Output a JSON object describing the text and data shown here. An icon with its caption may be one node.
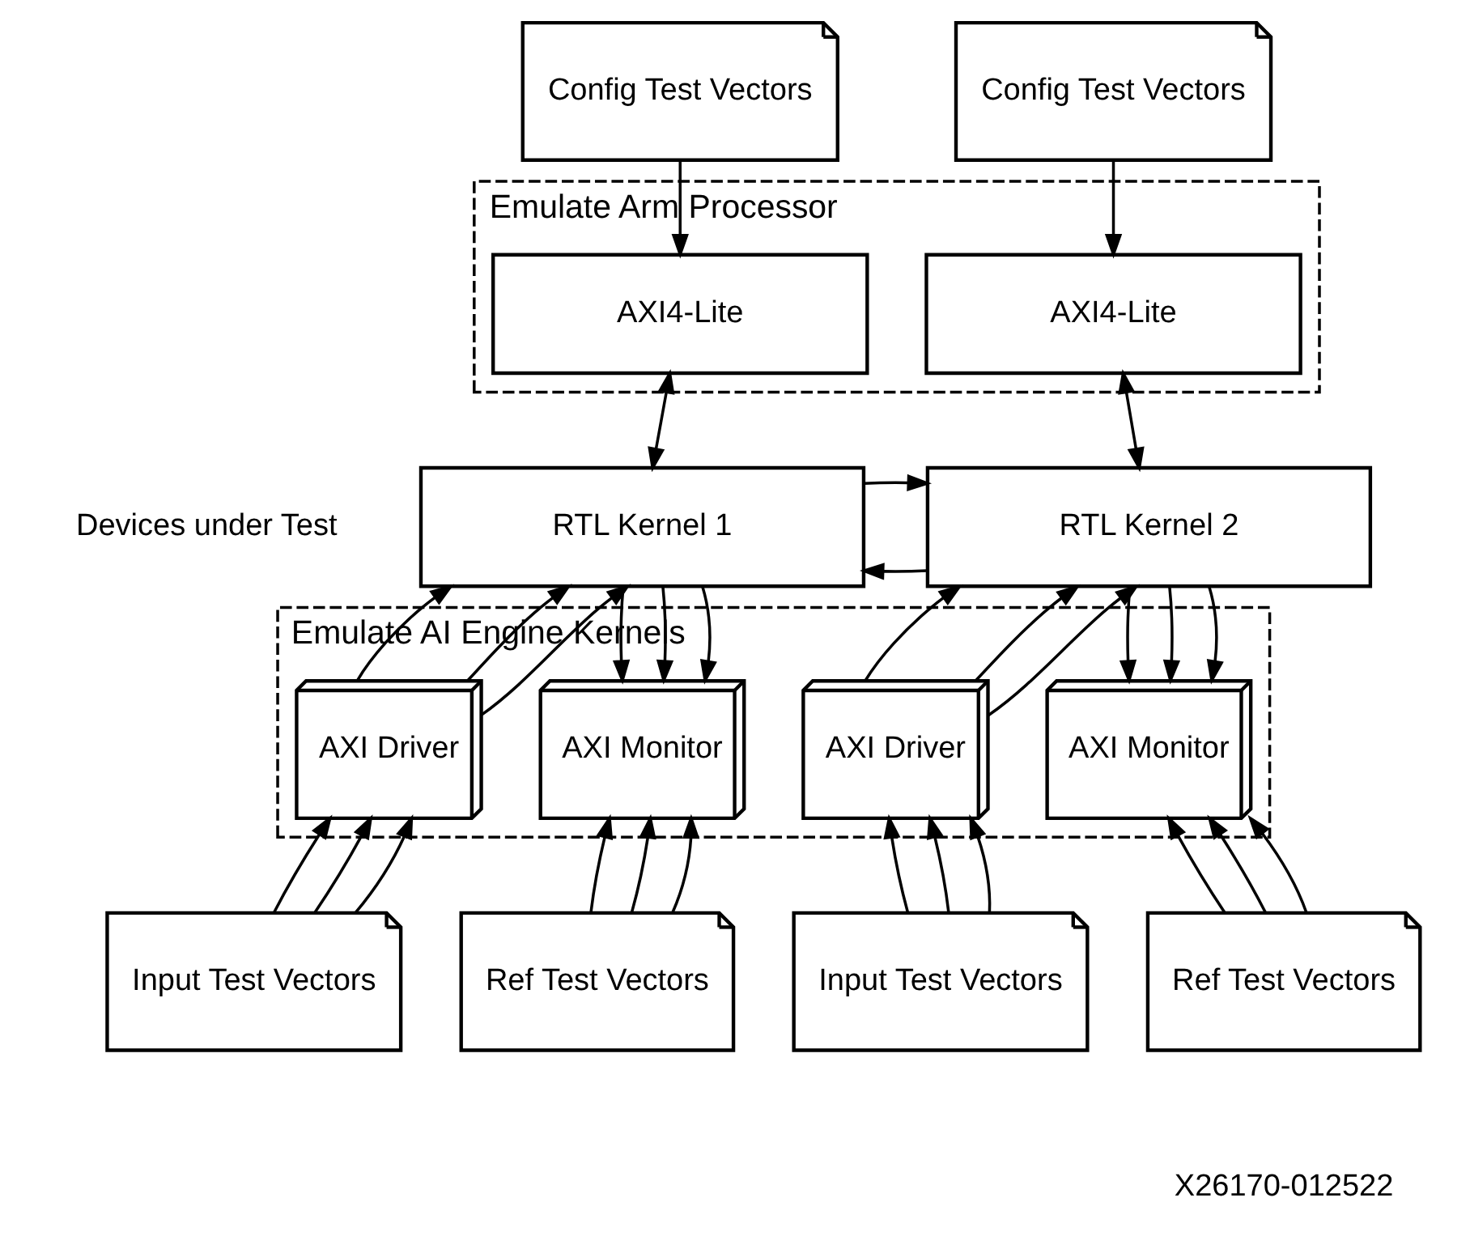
{
  "diagram": {
    "nodes": [
      {
        "text": [
          "Config Test Vectors"
        ]
      },
      {
        "text": [
          "Config Test Vectors"
        ]
      },
      {
        "text": [
          "Emulate Arm Processor"
        ]
      },
      {
        "text": [
          "AXI4-Lite"
        ],
        "in": 2
      },
      {
        "text": [
          "AXI4-Lite"
        ],
        "in": 2
      },
      {
        "text": [
          "RTL Kernel 1"
        ]
      },
      {
        "text": [
          "RTL Kernel 2"
        ]
      },
      {
        "text": [
          "Emulate AI Engine Kernels"
        ]
      },
      {
        "text": [
          "AXI Driver"
        ],
        "in": 7
      },
      {
        "text": [
          "AXI Monitor"
        ],
        "in": 7
      },
      {
        "text": [
          "AXI Driver"
        ],
        "in": 7
      },
      {
        "text": [
          "AXI Monitor"
        ],
        "in": 7
      },
      {
        "text": [
          "Input Test Vectors"
        ]
      },
      {
        "text": [
          "Ref Test Vectors"
        ]
      },
      {
        "text": [
          "Input Test Vectors"
        ]
      },
      {
        "text": [
          "Ref Test Vectors"
        ]
      }
    ],
    "edges": [
      {
        "from": 0,
        "to": 3,
        "arrow": "to"
      },
      {
        "from": 1,
        "to": 4,
        "arrow": "to"
      },
      {
        "from": 3,
        "to": 5,
        "arrow": "both"
      },
      {
        "from": 4,
        "to": 6,
        "arrow": "both"
      },
      {
        "from": 6,
        "to": 5,
        "arrow": "to"
      },
      {
        "from": 5,
        "to": 6,
        "arrow": "to"
      },
      {
        "from": 8,
        "to": 5,
        "arrow": "to"
      },
      {
        "from": 8,
        "to": 5,
        "arrow": "to"
      },
      {
        "from": 8,
        "to": 5,
        "arrow": "to"
      },
      {
        "from": 5,
        "to": 9,
        "arrow": "to"
      },
      {
        "from": 5,
        "to": 9,
        "arrow": "to"
      },
      {
        "from": 5,
        "to": 9,
        "arrow": "to"
      },
      {
        "from": 10,
        "to": 6,
        "arrow": "to"
      },
      {
        "from": 10,
        "to": 6,
        "arrow": "to"
      },
      {
        "from": 10,
        "to": 6,
        "arrow": "to"
      },
      {
        "from": 6,
        "to": 11,
        "arrow": "to"
      },
      {
        "from": 6,
        "to": 11,
        "arrow": "to"
      },
      {
        "from": 6,
        "to": 11,
        "arrow": "to"
      },
      {
        "from": 12,
        "to": 8,
        "arrow": "to"
      },
      {
        "from": 12,
        "to": 8,
        "arrow": "to"
      },
      {
        "from": 12,
        "to": 8,
        "arrow": "to"
      },
      {
        "from": 13,
        "to": 9,
        "arrow": "to"
      },
      {
        "from": 13,
        "to": 9,
        "arrow": "to"
      },
      {
        "from": 13,
        "to": 9,
        "arrow": "to"
      },
      {
        "from": 14,
        "to": 10,
        "arrow": "to"
      },
      {
        "from": 14,
        "to": 10,
        "arrow": "to"
      },
      {
        "from": 14,
        "to": 10,
        "arrow": "to"
      },
      {
        "from": 15,
        "to": 11,
        "arrow": "to"
      },
      {
        "from": 15,
        "to": 11,
        "arrow": "to"
      },
      {
        "from": 15,
        "to": 11,
        "arrow": "to"
      }
    ],
    "labels": [
      "Devices under Test",
      "X26170-012522"
    ]
  }
}
